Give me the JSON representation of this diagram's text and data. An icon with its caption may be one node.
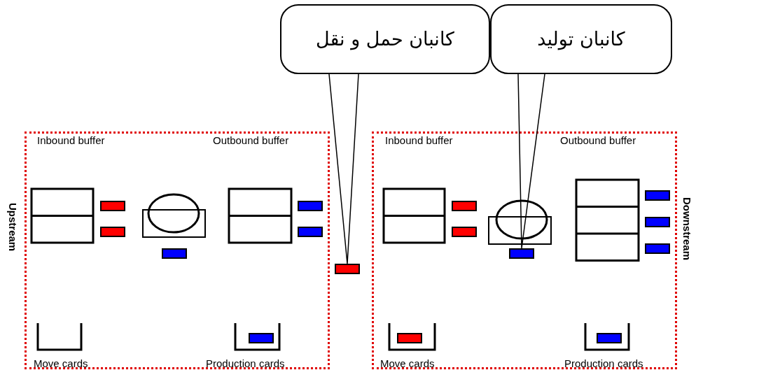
{
  "diagram": {
    "nodes": [
      {
        "text": [
          "کانبان حمل و نقل"
        ]
      },
      {
        "text": [
          "کانبان تولید"
        ]
      },
      {
        "text": [],
        "shape": "box"
      },
      {
        "text": [],
        "shape": "box"
      },
      {
        "text": [],
        "shape": "box"
      },
      {
        "text": [],
        "shape": "box"
      },
      {
        "text": [],
        "shape": "box"
      },
      {
        "text": [],
        "shape": "box"
      },
      {
        "text": [],
        "shape": "box"
      },
      {
        "text": [],
        "shape": "box"
      },
      {
        "text": [],
        "shape": "box"
      },
      {
        "text": [],
        "shape": "box"
      },
      {
        "text": [],
        "shape": "box"
      },
      {
        "text": [],
        "shape": "box"
      },
      {
        "text": [],
        "shape": "box"
      },
      {
        "text": [],
        "shape": "box"
      },
      {
        "text": [],
        "shape": "box"
      }
    ],
    "edges": [
      {
        "from": 0,
        "to": 8,
        "arrow": "none"
      },
      {
        "from": 1,
        "to": 12,
        "arrow": "none"
      }
    ],
    "labels": [
      "Inbound buffer",
      "Outbound buffer",
      "Inbound buffer",
      "Outbound buffer",
      "Upstream",
      "Downstream",
      "Move cards",
      "Production cards",
      "Move cards",
      "Production cards"
    ]
  }
}
